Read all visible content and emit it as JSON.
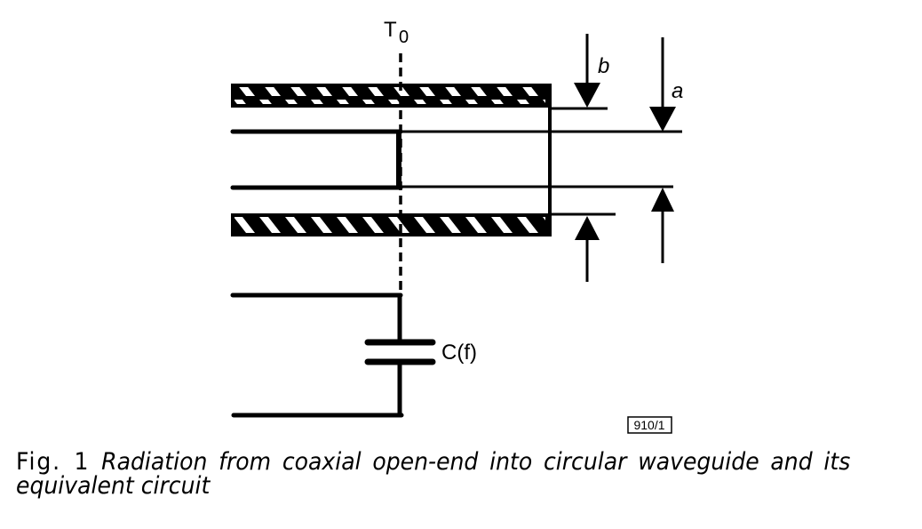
{
  "figure": {
    "labels": {
      "reference_plane": "T",
      "reference_plane_subscript": "0",
      "outer_radius": "b",
      "inner_radius": "a",
      "capacitance": "C(f)",
      "figure_code": "910/1"
    },
    "components": [
      "outer-conductor-top (hatched)",
      "outer-conductor-bottom (hatched)",
      "inner-conductor (coaxial center)",
      "circular-waveguide",
      "reference-plane-T0 (dashed)",
      "dimension-arrows-b",
      "dimension-arrows-a",
      "equivalent-circuit-capacitor"
    ],
    "colors": {
      "ink": "#000000",
      "background": "#ffffff"
    }
  },
  "caption": {
    "number": "Fig. 1",
    "text": "Radiation from coaxial open-end into circular waveguide and its equivalent circuit"
  }
}
